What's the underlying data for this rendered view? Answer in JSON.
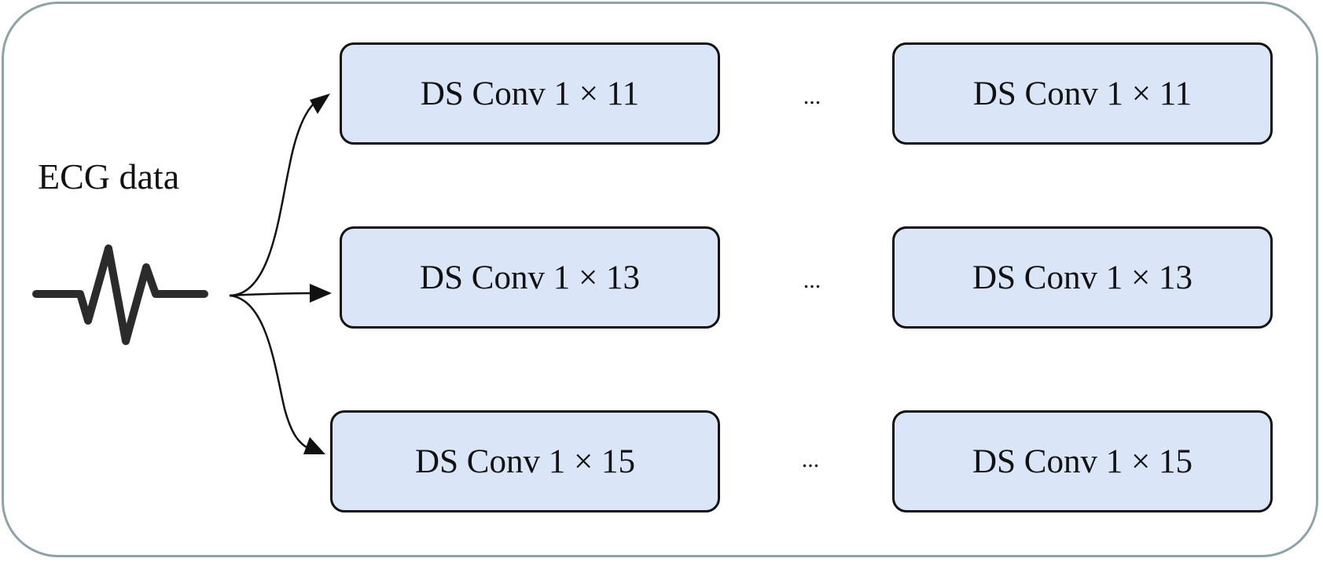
{
  "diagram": {
    "input": {
      "label": "ECG data",
      "icon": "ecg-waveform-icon"
    },
    "branches": [
      {
        "first_label": "DS Conv 1 × 11",
        "ellipsis": "...",
        "last_label": "DS Conv 1 × 11"
      },
      {
        "first_label": "DS Conv 1 × 13",
        "ellipsis": "...",
        "last_label": "DS Conv 1 × 13"
      },
      {
        "first_label": "DS Conv 1 × 15",
        "ellipsis": "...",
        "last_label": "DS Conv 1 × 15"
      }
    ],
    "colors": {
      "frame_border": "#8ea3a8",
      "node_fill": "#dae6f8",
      "node_border": "#111111",
      "waveform": "#2b2b2b"
    }
  }
}
